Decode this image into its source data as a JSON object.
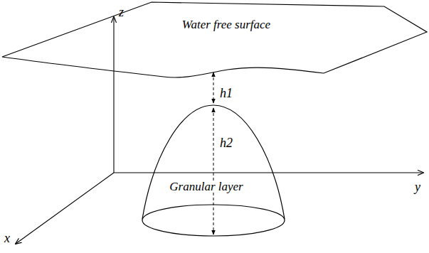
{
  "diagram": {
    "nodes": [
      {
        "text": [
          "Water free surface"
        ]
      },
      {
        "text": [
          "Granular layer"
        ]
      }
    ],
    "edges": [
      {
        "from": 0,
        "to": 1,
        "arrow": "both",
        "label": "h1"
      }
    ],
    "labels": [
      "z",
      "y",
      "x",
      "h2"
    ]
  }
}
